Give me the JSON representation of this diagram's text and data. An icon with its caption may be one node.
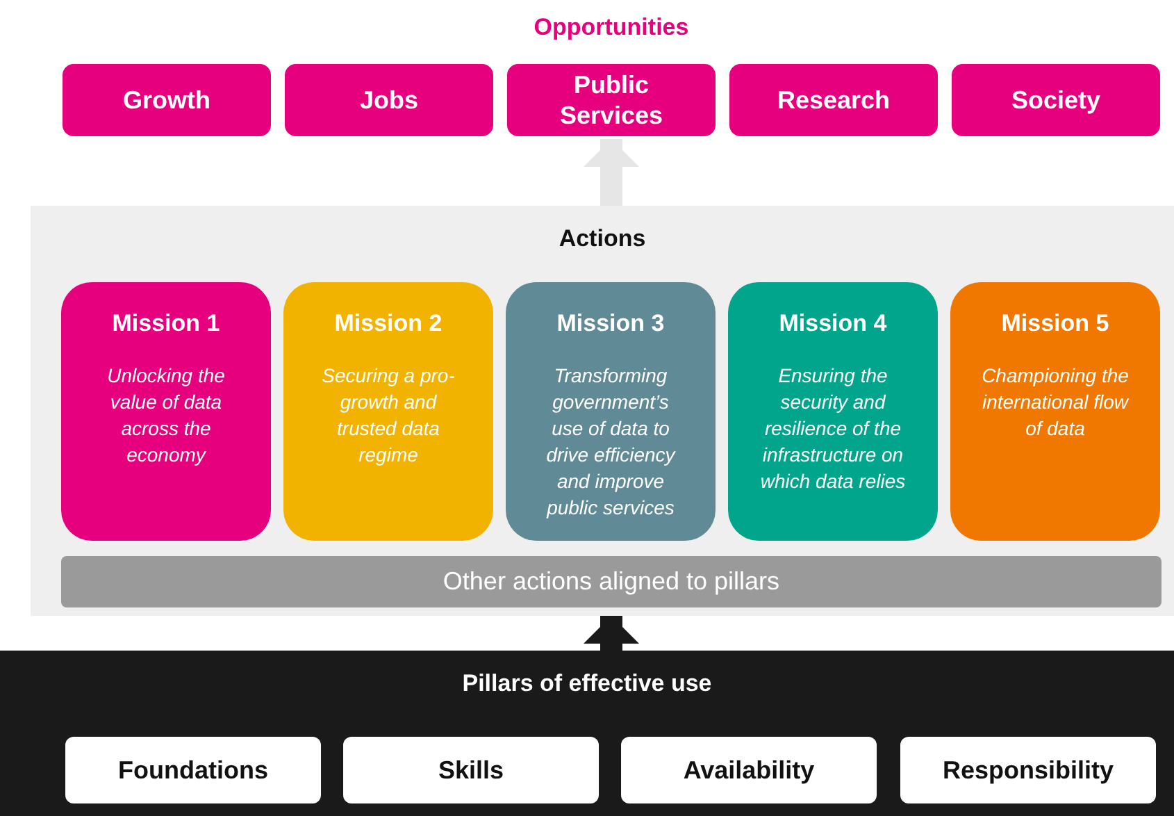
{
  "diagram": {
    "nodes": [
      {
        "text": [
          "Opportunities"
        ]
      },
      {
        "text": [
          "Growth"
        ],
        "in": 0
      },
      {
        "text": [
          "Jobs"
        ],
        "in": 0
      },
      {
        "text": [
          "Public Services"
        ],
        "in": 0
      },
      {
        "text": [
          "Research"
        ],
        "in": 0
      },
      {
        "text": [
          "Society"
        ],
        "in": 0
      },
      {
        "text": [
          "Actions"
        ]
      },
      {
        "text": [
          "Mission 1",
          "Unlocking the value of data across the economy"
        ],
        "in": 6
      },
      {
        "text": [
          "Mission 2",
          "Securing a pro-growth and trusted data regime"
        ],
        "in": 6
      },
      {
        "text": [
          "Mission 3",
          "Transforming government’s use of data to drive efficiency and improve public services"
        ],
        "in": 6
      },
      {
        "text": [
          "Mission 4",
          "Ensuring the security and resilience of the infrastructure on which data relies"
        ],
        "in": 6
      },
      {
        "text": [
          "Mission 5",
          "Championing the international flow of data"
        ],
        "in": 6
      },
      {
        "text": [
          "Other actions aligned to pillars"
        ],
        "in": 6
      },
      {
        "text": [
          "Pillars of effective use"
        ]
      },
      {
        "text": [
          "Foundations"
        ],
        "in": 13
      },
      {
        "text": [
          "Skills"
        ],
        "in": 13
      },
      {
        "text": [
          "Availability"
        ],
        "in": 13
      },
      {
        "text": [
          "Responsibility"
        ],
        "in": 13
      }
    ],
    "edges": [
      {
        "from": 6,
        "to": 0,
        "arrow": "to",
        "color": "#e6e6e6"
      },
      {
        "from": 13,
        "to": 6,
        "arrow": "to",
        "color": "#1a1a1a"
      }
    ]
  }
}
